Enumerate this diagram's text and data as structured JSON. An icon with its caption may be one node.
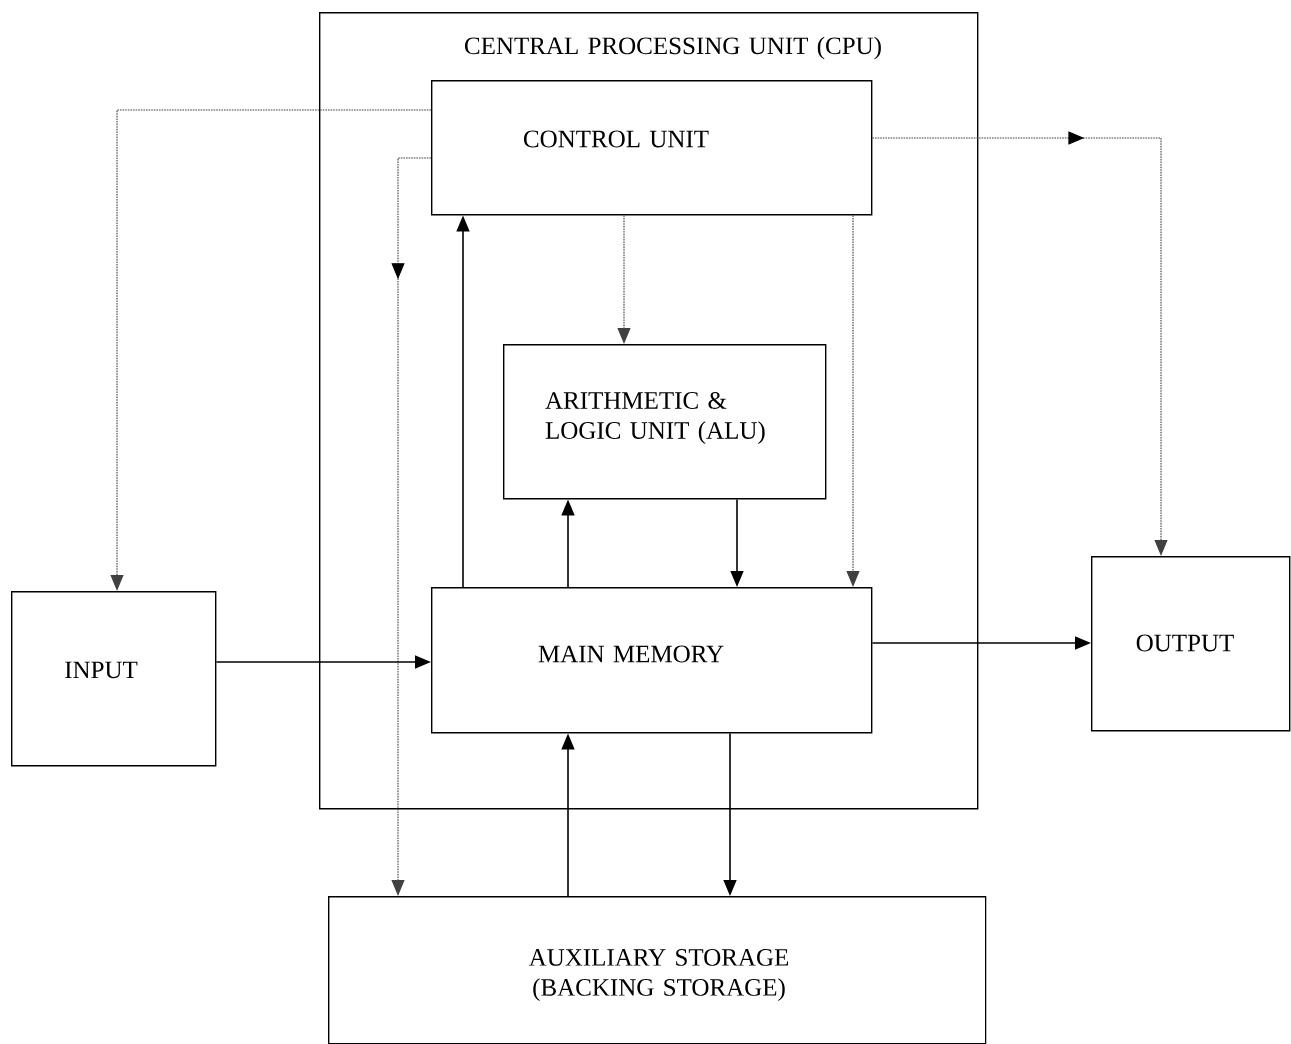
{
  "diagram": {
    "nodes": [
      {
        "text": [
          "CENTRAL PROCESSING UNIT (CPU)"
        ]
      },
      {
        "text": [
          "CONTROL UNIT"
        ],
        "in": 0
      },
      {
        "text": [
          "ARITHMETIC & LOGIC UNIT (ALU)"
        ],
        "in": 0
      },
      {
        "text": [
          "MAIN MEMORY"
        ],
        "in": 0
      },
      {
        "text": [
          "INPUT"
        ]
      },
      {
        "text": [
          "OUTPUT"
        ]
      },
      {
        "text": [
          "AUXILIARY STORAGE (BACKING STORAGE)"
        ]
      }
    ],
    "edges": [
      {
        "from": 1,
        "to": 4,
        "arrow": "to",
        "style": "dashed"
      },
      {
        "from": 1,
        "to": 6,
        "arrow": "to",
        "style": "dashed"
      },
      {
        "from": 1,
        "to": 2,
        "arrow": "to",
        "style": "dashed"
      },
      {
        "from": 1,
        "to": 3,
        "arrow": "to",
        "style": "dashed"
      },
      {
        "from": 1,
        "to": 5,
        "arrow": "to",
        "style": "dashed"
      },
      {
        "from": 3,
        "to": 1,
        "arrow": "to"
      },
      {
        "from": 3,
        "to": 2,
        "arrow": "to"
      },
      {
        "from": 2,
        "to": 3,
        "arrow": "to"
      },
      {
        "from": 4,
        "to": 3,
        "arrow": "to"
      },
      {
        "from": 3,
        "to": 5,
        "arrow": "to"
      },
      {
        "from": 6,
        "to": 3,
        "arrow": "to"
      },
      {
        "from": 3,
        "to": 6,
        "arrow": "to"
      }
    ]
  }
}
